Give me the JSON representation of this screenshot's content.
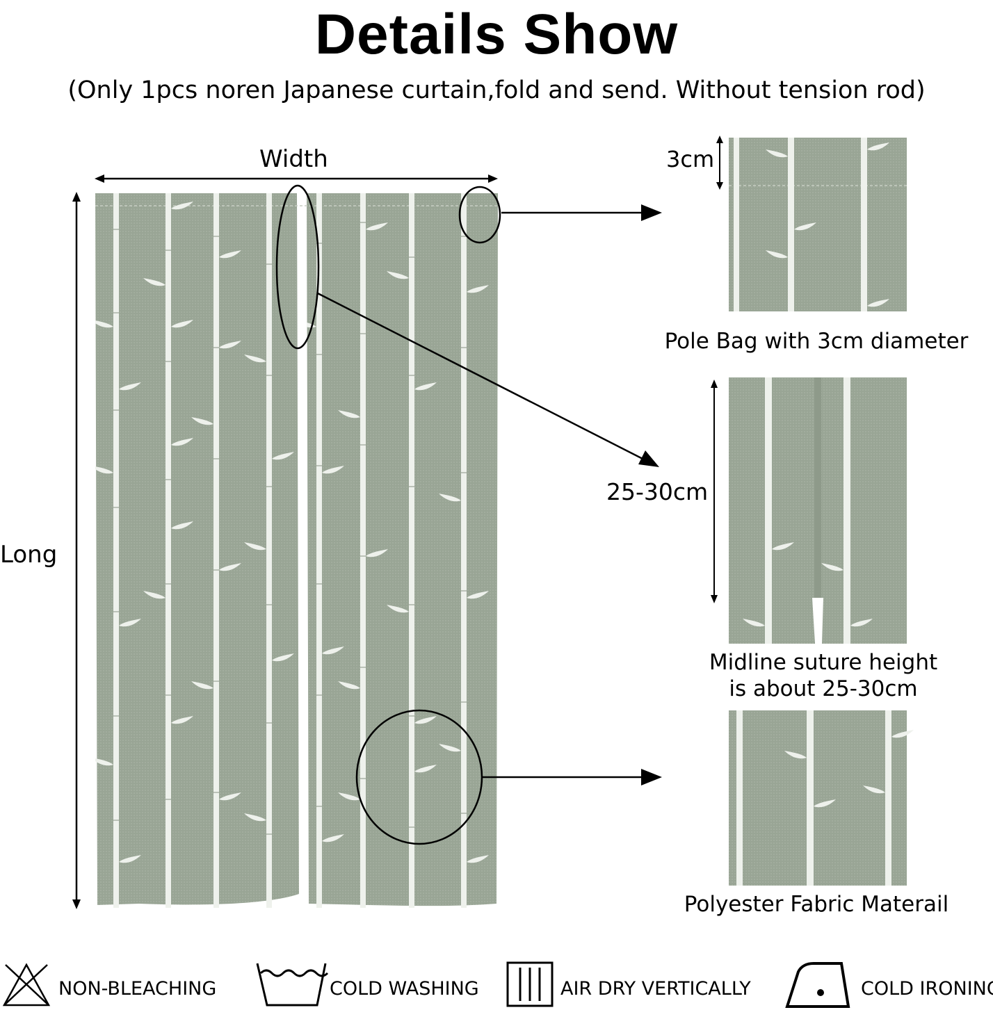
{
  "heading": {
    "title": "Details Show",
    "subtitle": "(Only 1pcs noren Japanese curtain,fold and send. Without tension rod)"
  },
  "dimensions": {
    "width_label": "Width",
    "long_label": "Long"
  },
  "details": [
    {
      "measure": "3cm",
      "caption": "Pole Bag with 3cm diameter"
    },
    {
      "measure": "25-30cm",
      "caption_line1": "Midline suture height",
      "caption_line2": "is about 25-30cm"
    },
    {
      "caption": "Polyester Fabric Materail"
    }
  ],
  "care": [
    {
      "label": "NON-BLEACHING",
      "icon": "no-bleach-icon"
    },
    {
      "label": "COLD WASHING",
      "icon": "wash-tub-icon"
    },
    {
      "label": "AIR DRY VERTICALLY",
      "icon": "line-dry-icon"
    },
    {
      "label": "COLD IRONING",
      "icon": "iron-icon"
    }
  ],
  "colors": {
    "fabric": "#99a595",
    "bamboo": "#eef1ec",
    "ink": "#000000"
  }
}
